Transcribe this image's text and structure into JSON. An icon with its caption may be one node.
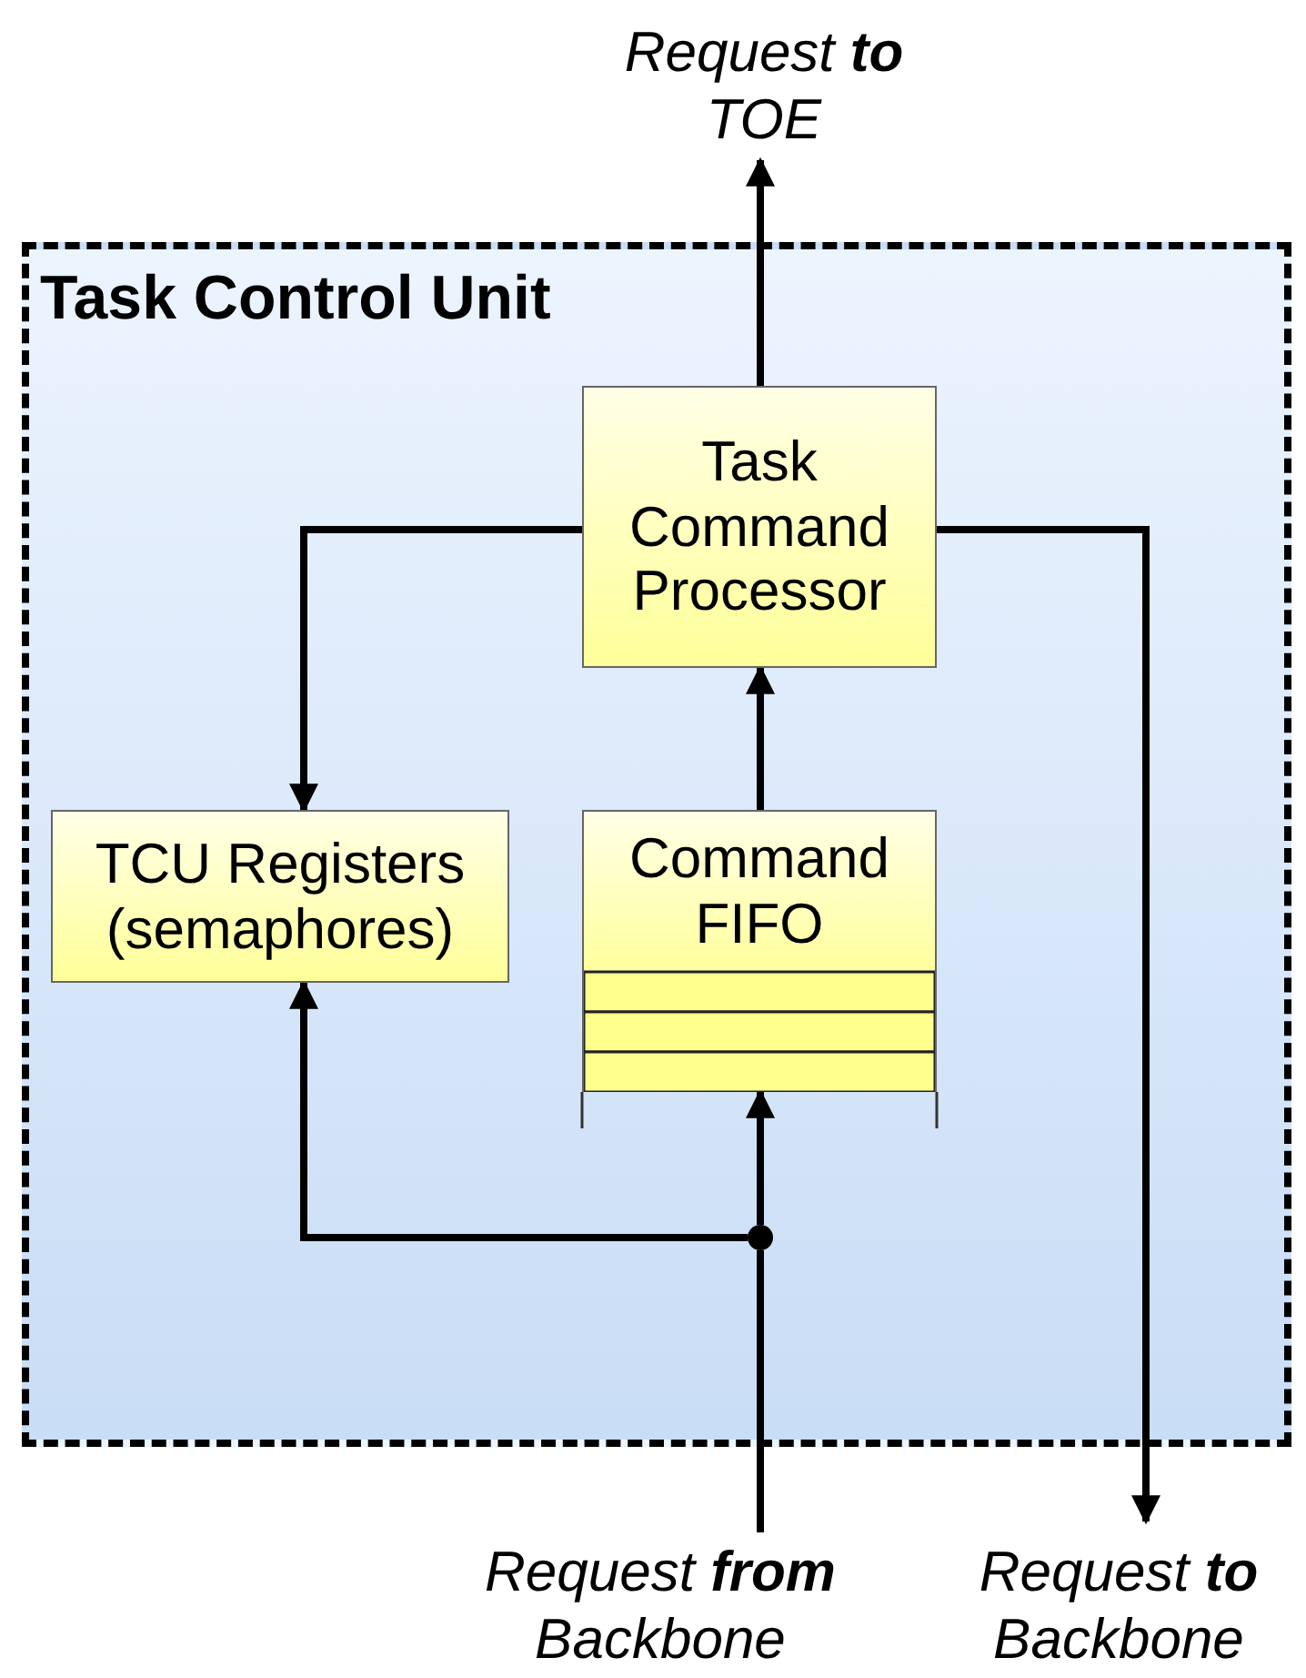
{
  "diagram": {
    "nodes": [
      {
        "text": [
          "Task Control Unit"
        ]
      },
      {
        "text": [
          "Task Command Processor"
        ],
        "in": 0
      },
      {
        "text": [
          "TCU Registers (semaphores)"
        ],
        "in": 0
      },
      {
        "text": [
          "Command FIFO"
        ],
        "in": 0
      },
      {
        "text": [],
        "shape": "circle",
        "in": 0
      },
      {
        "text": [
          "Request **to** TOE"
        ]
      },
      {
        "text": [
          "Request **from** Backbone"
        ]
      },
      {
        "text": [
          "Request **to** Backbone"
        ]
      }
    ],
    "edges": [
      {
        "from": 1,
        "to": 5,
        "arrow": "to"
      },
      {
        "from": 1,
        "to": 2,
        "arrow": "to"
      },
      {
        "from": 3,
        "to": 1,
        "arrow": "to"
      },
      {
        "from": 6,
        "to": 4,
        "arrow": "none"
      },
      {
        "from": 4,
        "to": 3,
        "arrow": "to"
      },
      {
        "from": 4,
        "to": 2,
        "arrow": "to"
      },
      {
        "from": 1,
        "to": 7,
        "arrow": "to"
      }
    ]
  }
}
